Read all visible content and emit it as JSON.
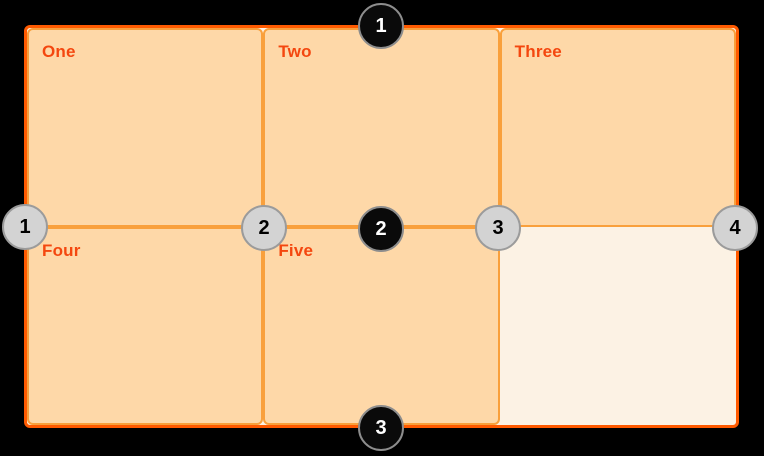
{
  "diagram": {
    "background_color": "#000000",
    "container": {
      "border_color": "#ff5a00",
      "background_color": "#fcf2e4",
      "columns": 3,
      "rows": 2
    },
    "cell_style": {
      "background_color": "#fed8a8",
      "border_color": "#f9a03c",
      "label_color": "#f4470f"
    },
    "cells": [
      {
        "label": "One"
      },
      {
        "label": "Two"
      },
      {
        "label": "Three"
      },
      {
        "label": "Four"
      },
      {
        "label": "Five"
      }
    ],
    "row_lines": {
      "badge_background": "#0a0a0a",
      "badge_border": "#8d8d8d",
      "badge_text_color": "#ffffff",
      "badges": [
        {
          "number": "1"
        },
        {
          "number": "2"
        },
        {
          "number": "3"
        }
      ]
    },
    "column_lines": {
      "badge_background": "#d3d3d3",
      "badge_border": "#9b9b9b",
      "badge_text_color": "#000000",
      "badges": [
        {
          "number": "1"
        },
        {
          "number": "2"
        },
        {
          "number": "3"
        },
        {
          "number": "4"
        }
      ]
    }
  }
}
